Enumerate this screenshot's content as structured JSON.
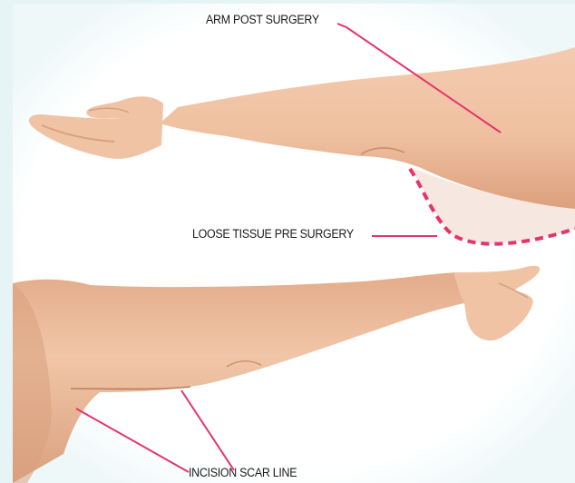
{
  "labels": {
    "arm_post_surgery": "ARM POST SURGERY",
    "loose_tissue_pre_surgery": "LOOSE TISSUE PRE SURGERY",
    "incision_scar_line": "INCISION SCAR LINE"
  },
  "colors": {
    "background": "#e6f4f6",
    "panel": "#ffffff",
    "skin": "#efc3a4",
    "skin_shadow": "#d9a17f",
    "pointer": "#e6336b",
    "loose_tissue": "#f7e9e2"
  }
}
